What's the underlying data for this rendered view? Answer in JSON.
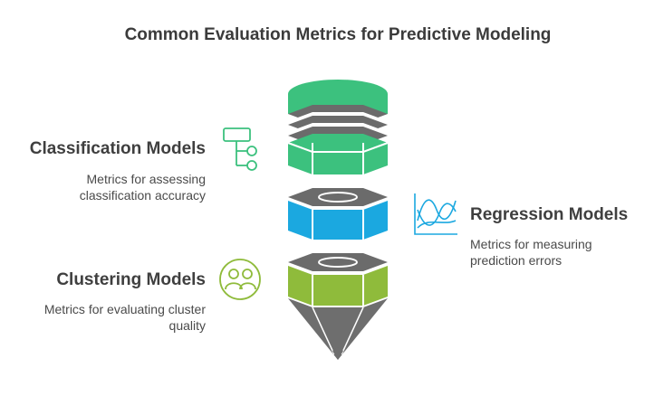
{
  "title": "Common Evaluation Metrics for Predictive Modeling",
  "sections": [
    {
      "heading": "Classification Models",
      "description_line1": "Metrics for assessing",
      "description_line2": "classification accuracy",
      "icon": "hierarchy-icon",
      "color": "#3cc17e"
    },
    {
      "heading": "Regression Models",
      "description_line1": "Metrics for measuring",
      "description_line2": "prediction errors",
      "icon": "line-chart-icon",
      "color": "#1ba8e0"
    },
    {
      "heading": "Clustering Models",
      "description_line1": "Metrics for evaluating cluster",
      "description_line2": "quality",
      "icon": "users-icon",
      "color": "#8fbb3b"
    }
  ],
  "colors": {
    "dark": "#6b6b6b",
    "cone": "#6e6e6e"
  }
}
